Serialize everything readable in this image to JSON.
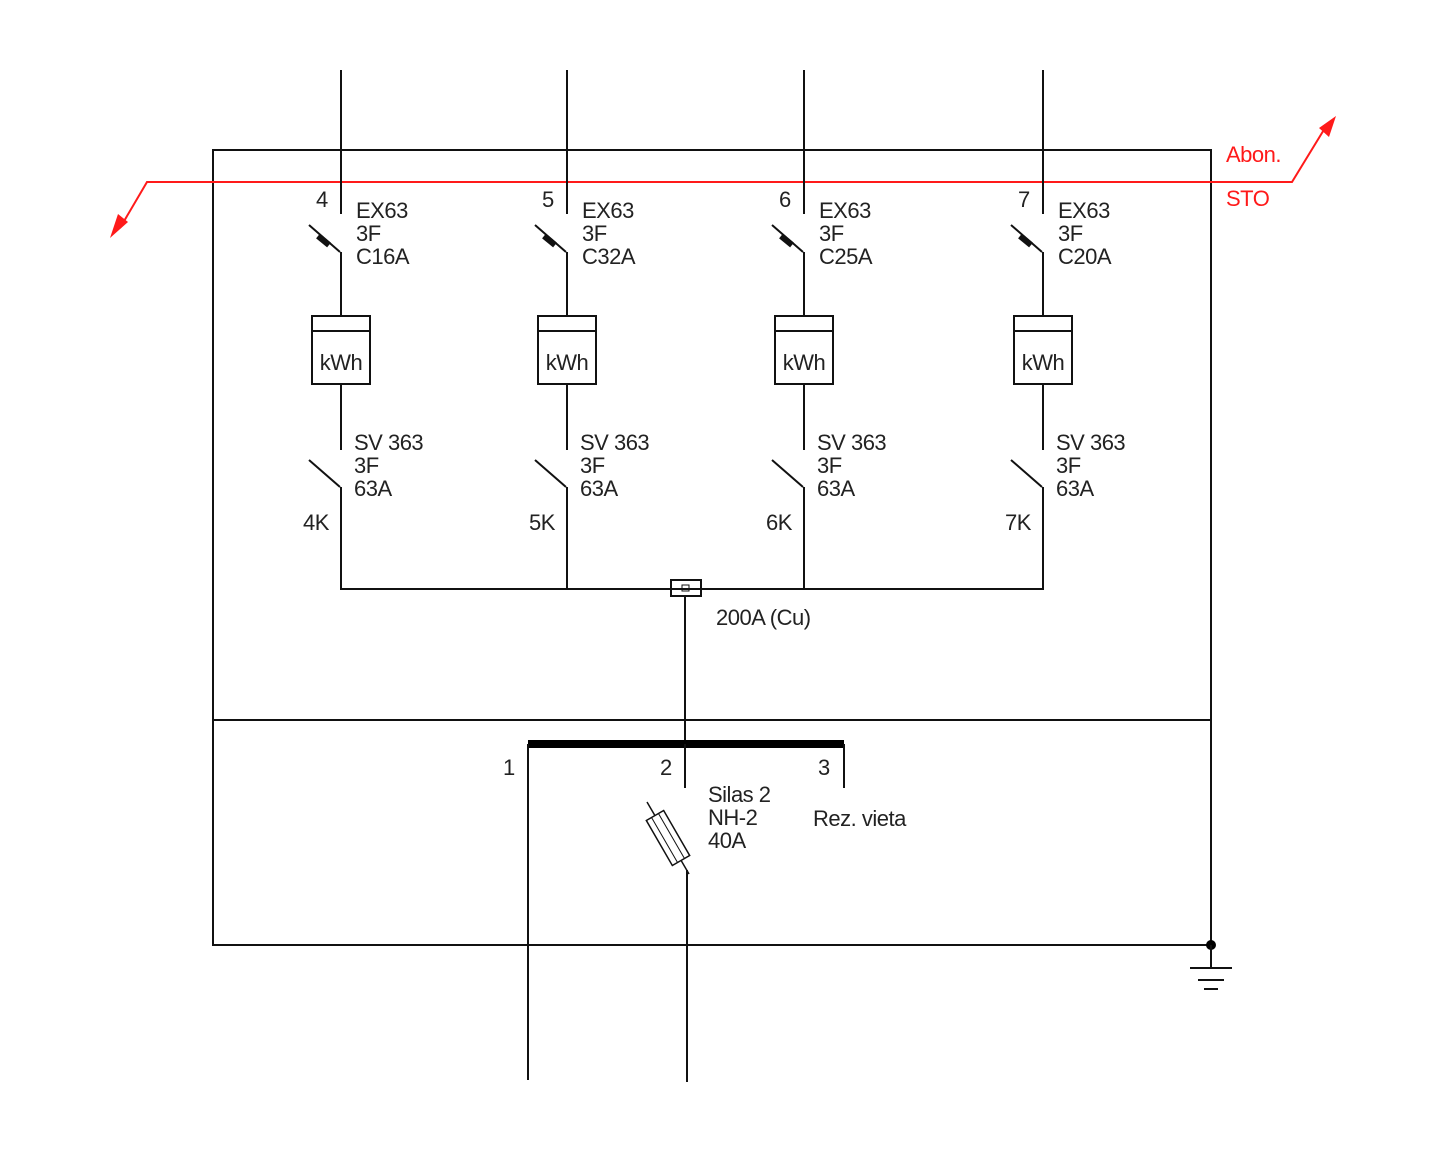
{
  "feeders": [
    {
      "number": "4",
      "breaker": [
        "EX63",
        "3F",
        "C16A"
      ],
      "meter": "kWh",
      "switch": [
        "SV 363",
        "3F",
        "63A"
      ],
      "switch_id": "4K"
    },
    {
      "number": "5",
      "breaker": [
        "EX63",
        "3F",
        "C32A"
      ],
      "meter": "kWh",
      "switch": [
        "SV 363",
        "3F",
        "63A"
      ],
      "switch_id": "5K"
    },
    {
      "number": "6",
      "breaker": [
        "EX63",
        "3F",
        "C25A"
      ],
      "meter": "kWh",
      "switch": [
        "SV 363",
        "3F",
        "63A"
      ],
      "switch_id": "6K"
    },
    {
      "number": "7",
      "breaker": [
        "EX63",
        "3F",
        "C20A"
      ],
      "meter": "kWh",
      "switch": [
        "SV 363",
        "3F",
        "63A"
      ],
      "switch_id": "7K"
    }
  ],
  "busbar_label": "200A (Cu)",
  "boundary": {
    "upper": "Abon.",
    "lower": "STO",
    "color": "#ff1a1a"
  },
  "lower_section": {
    "terminals": [
      "1",
      "2",
      "3"
    ],
    "fuse": [
      "Silas 2",
      "NH-2",
      "40A"
    ],
    "reserve_label": "Rez. vieta"
  }
}
